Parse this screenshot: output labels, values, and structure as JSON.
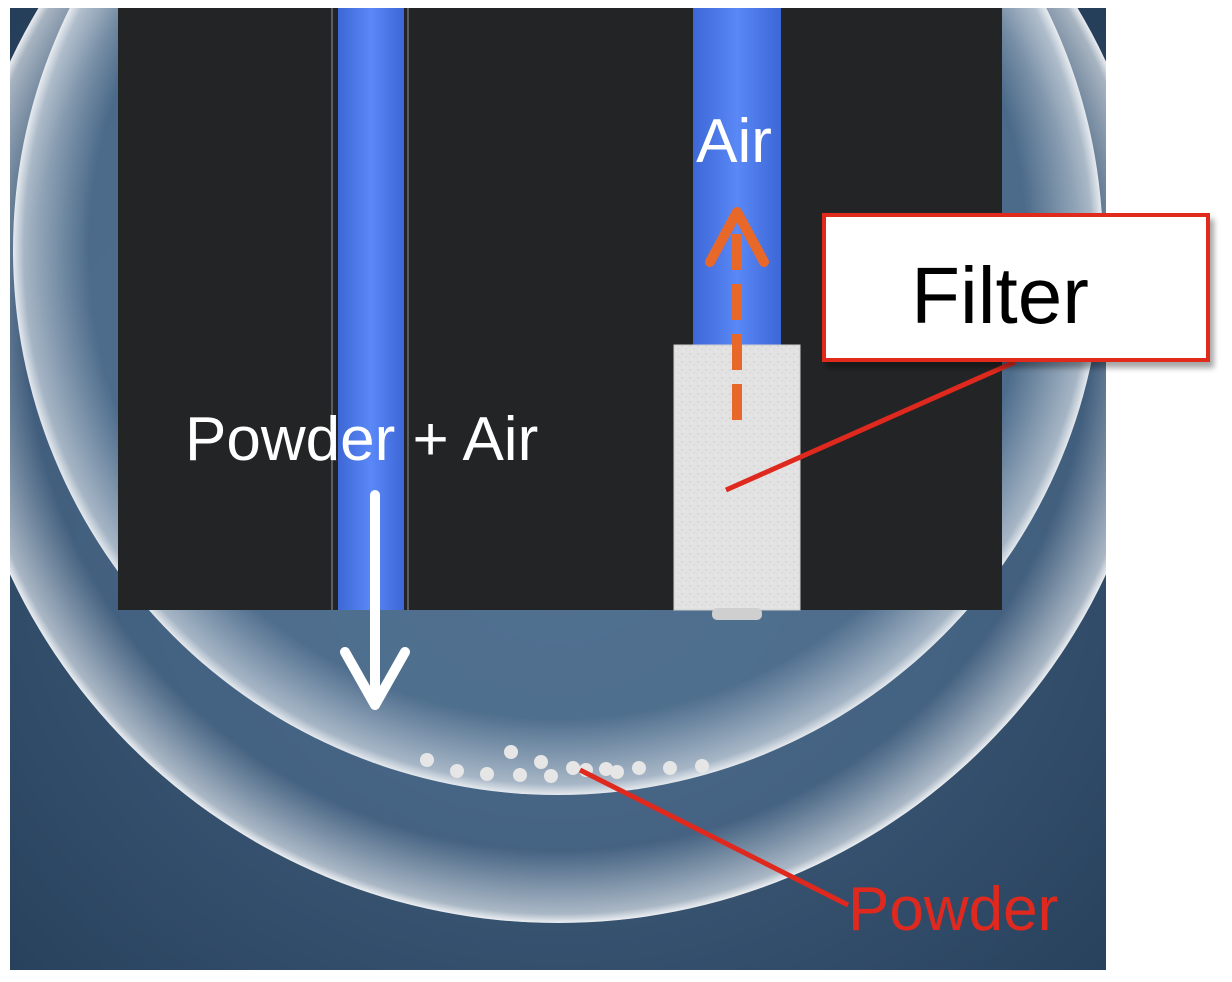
{
  "labels": {
    "powder_air": "Powder + Air",
    "air": "Air",
    "filter": "Filter",
    "powder": "Powder"
  },
  "colors": {
    "background_dark": "#2c4661",
    "background_light": "#4b6a8a",
    "housing_block": "#232425",
    "channel_blue": "#4f7df2",
    "filter_insert": "#e4e4e4",
    "flow_arrow_air_out": "#e8682a",
    "flow_arrow_in": "#ffffff",
    "callout_red": "#e0291e",
    "powder_particles": "#e6e6e6"
  },
  "icons": {
    "inflow_arrow": "down-arrow-icon",
    "outflow_arrow": "dashed-up-arrow-icon"
  }
}
